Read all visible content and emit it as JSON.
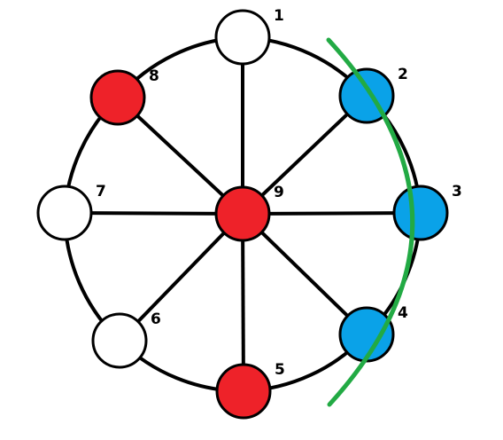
{
  "colors": {
    "red": "#ee2229",
    "blue": "#0aa2e8",
    "white": "#ffffff",
    "outline": "#000000",
    "cut_line": "#22aa44"
  },
  "nodes": [
    {
      "id": "1",
      "label": "1",
      "color": "white"
    },
    {
      "id": "2",
      "label": "2",
      "color": "blue"
    },
    {
      "id": "3",
      "label": "3",
      "color": "blue"
    },
    {
      "id": "4",
      "label": "4",
      "color": "blue"
    },
    {
      "id": "5",
      "label": "5",
      "color": "red"
    },
    {
      "id": "6",
      "label": "6",
      "color": "white"
    },
    {
      "id": "7",
      "label": "7",
      "color": "white"
    },
    {
      "id": "8",
      "label": "8",
      "color": "red"
    },
    {
      "id": "9",
      "label": "9",
      "color": "red"
    }
  ],
  "edges": [
    [
      "1",
      "2"
    ],
    [
      "2",
      "3"
    ],
    [
      "3",
      "4"
    ],
    [
      "4",
      "5"
    ],
    [
      "5",
      "6"
    ],
    [
      "6",
      "7"
    ],
    [
      "7",
      "8"
    ],
    [
      "8",
      "1"
    ],
    [
      "9",
      "1"
    ],
    [
      "9",
      "2"
    ],
    [
      "9",
      "3"
    ],
    [
      "9",
      "4"
    ],
    [
      "9",
      "5"
    ],
    [
      "9",
      "6"
    ],
    [
      "9",
      "7"
    ],
    [
      "9",
      "8"
    ]
  ],
  "cut_line": {
    "present": true
  }
}
